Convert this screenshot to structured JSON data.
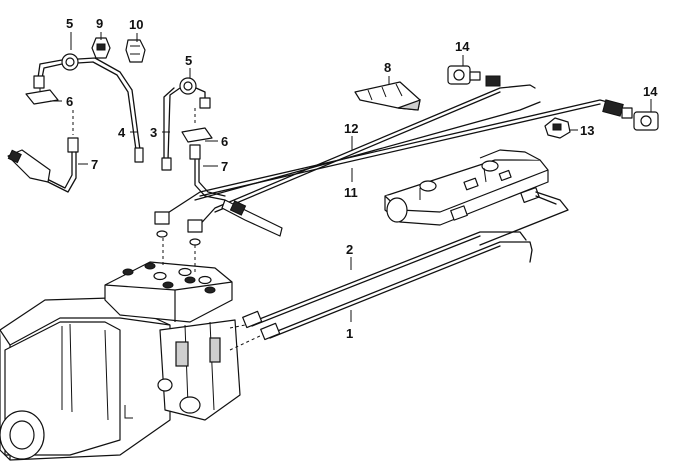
{
  "callouts": [
    {
      "id": "c1",
      "label": "1"
    },
    {
      "id": "c2",
      "label": "2"
    },
    {
      "id": "c3",
      "label": "3"
    },
    {
      "id": "c4",
      "label": "4"
    },
    {
      "id": "c5a",
      "label": "5"
    },
    {
      "id": "c5b",
      "label": "5"
    },
    {
      "id": "c6a",
      "label": "6"
    },
    {
      "id": "c6b",
      "label": "6"
    },
    {
      "id": "c7a",
      "label": "7"
    },
    {
      "id": "c7b",
      "label": "7"
    },
    {
      "id": "c8",
      "label": "8"
    },
    {
      "id": "c9",
      "label": "9"
    },
    {
      "id": "c10",
      "label": "10"
    },
    {
      "id": "c11",
      "label": "11"
    },
    {
      "id": "c12",
      "label": "12"
    },
    {
      "id": "c13",
      "label": "13"
    },
    {
      "id": "c14a",
      "label": "14"
    },
    {
      "id": "c14b",
      "label": "14"
    }
  ]
}
